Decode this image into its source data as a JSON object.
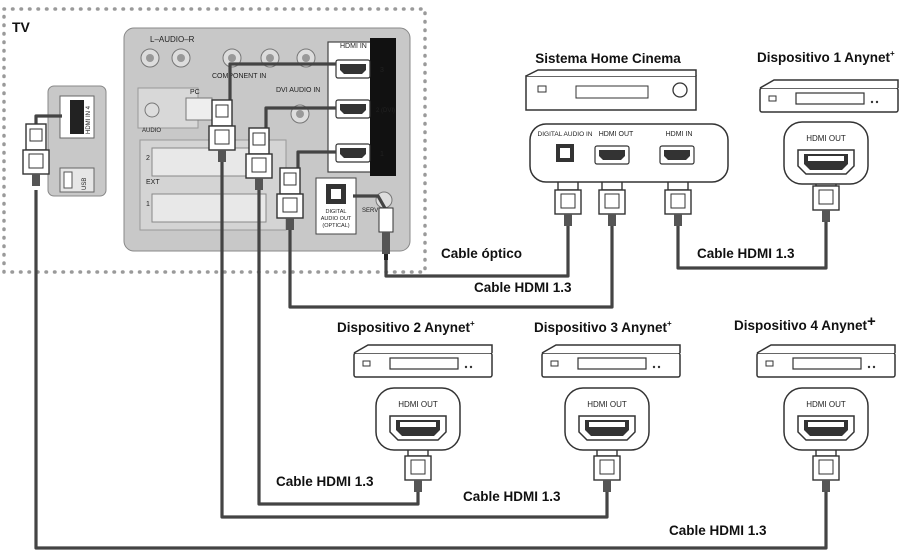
{
  "tv": {
    "label": "TV",
    "panel": {
      "audio_label": "L–AUDIO–R",
      "component_label": "COMPONENT IN",
      "pc_label": "PC",
      "audio_small": "AUDIO",
      "dvi_label": "DVI AUDIO IN",
      "hdmi_in_label": "HDMI IN",
      "port3": "3",
      "port2": "2 (DVI)",
      "port1": "1",
      "digital_audio_out": [
        "DIGITAL",
        "AUDIO OUT",
        "(OPTICAL)"
      ],
      "service_label": "SERVICE",
      "ext_label": "EXT",
      "scart2": "2",
      "scart1": "1"
    },
    "side": {
      "hdmi4_label": "HDMI IN 4",
      "usb_label": "USB"
    }
  },
  "home_cinema": {
    "title": "Sistema Home Cinema",
    "ports": [
      "DIGITAL AUDIO IN",
      "HDMI OUT",
      "HDMI IN"
    ]
  },
  "devices": [
    {
      "title": "Dispositivo 1 Anynet",
      "sup": "+",
      "port": "HDMI OUT"
    },
    {
      "title": "Dispositivo 2 Anynet",
      "sup": "+",
      "port": "HDMI OUT"
    },
    {
      "title": "Dispositivo 3 Anynet",
      "sup": "+",
      "port": "HDMI OUT"
    },
    {
      "title": "Dispositivo 4 Anynet",
      "sup": "+",
      "port": "HDMI OUT"
    }
  ],
  "cables": {
    "optical": "Cable óptico",
    "hdmi_a": "Cable HDMI 1.3",
    "hdmi_b": "Cable HDMI 1.3",
    "hdmi_c": "Cable HDMI 1.3",
    "hdmi_d": "Cable HDMI 1.3",
    "hdmi_e": "Cable HDMI 1.3"
  },
  "colors": {
    "line": "#444444",
    "panel": "#c8c8c8",
    "dots": "#9a9a9a"
  }
}
